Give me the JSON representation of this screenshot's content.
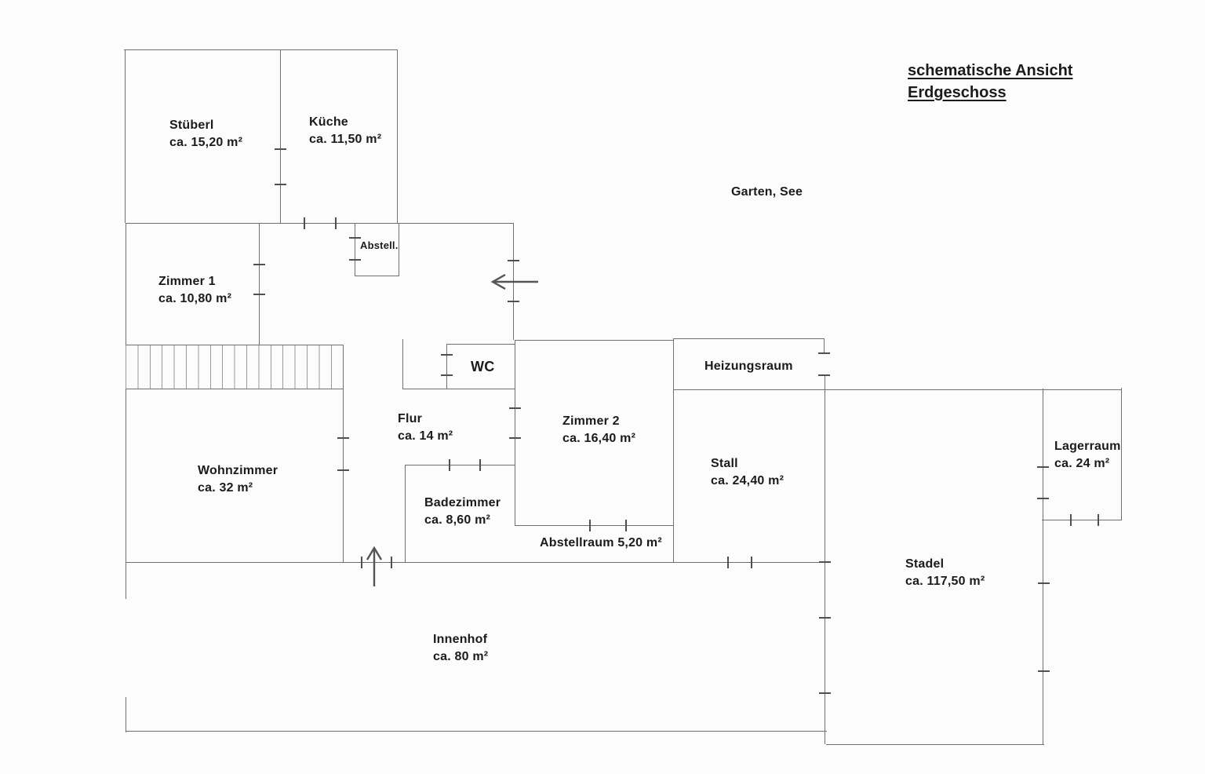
{
  "title": {
    "line1": "schematische Ansicht",
    "line2": "Erdgeschoss"
  },
  "outside": {
    "garten": "Garten, See"
  },
  "rooms": {
    "stueberl": {
      "name": "Stüberl",
      "area": "ca. 15,20 m²"
    },
    "kueche": {
      "name": "Küche",
      "area": "ca. 11,50 m²"
    },
    "zimmer1": {
      "name": "Zimmer 1",
      "area": "ca. 10,80 m²"
    },
    "abstell": {
      "name": "Abstell."
    },
    "wc": {
      "name": "WC"
    },
    "flur": {
      "name": "Flur",
      "area": "ca. 14 m²"
    },
    "zimmer2": {
      "name": "Zimmer 2",
      "area": "ca. 16,40 m²"
    },
    "heizungsraum": {
      "name": "Heizungsraum"
    },
    "wohnzimmer": {
      "name": "Wohnzimmer",
      "area": "ca. 32 m²"
    },
    "badezimmer": {
      "name": "Badezimmer",
      "area": "ca. 8,60 m²"
    },
    "abstellraum": {
      "name": "Abstellraum 5,20 m²"
    },
    "stall": {
      "name": "Stall",
      "area": "ca. 24,40 m²"
    },
    "stadel": {
      "name": "Stadel",
      "area": "ca. 117,50 m²"
    },
    "lagerraum": {
      "name": "Lagerraum",
      "area": "ca. 24 m²"
    },
    "innenhof": {
      "name": "Innenhof",
      "area": "ca. 80 m²"
    }
  },
  "annotations": {
    "arrows": [
      {
        "name": "garden-entrance-arrow",
        "direction": "left"
      },
      {
        "name": "courtyard-entrance-arrow",
        "direction": "up"
      }
    ],
    "stairs_hatch": "hatched-band"
  },
  "colors": {
    "wall": "#6f6f6f",
    "tick": "#4f4f4f",
    "text": "#1b1b1b",
    "background": "#fcfcfc"
  }
}
